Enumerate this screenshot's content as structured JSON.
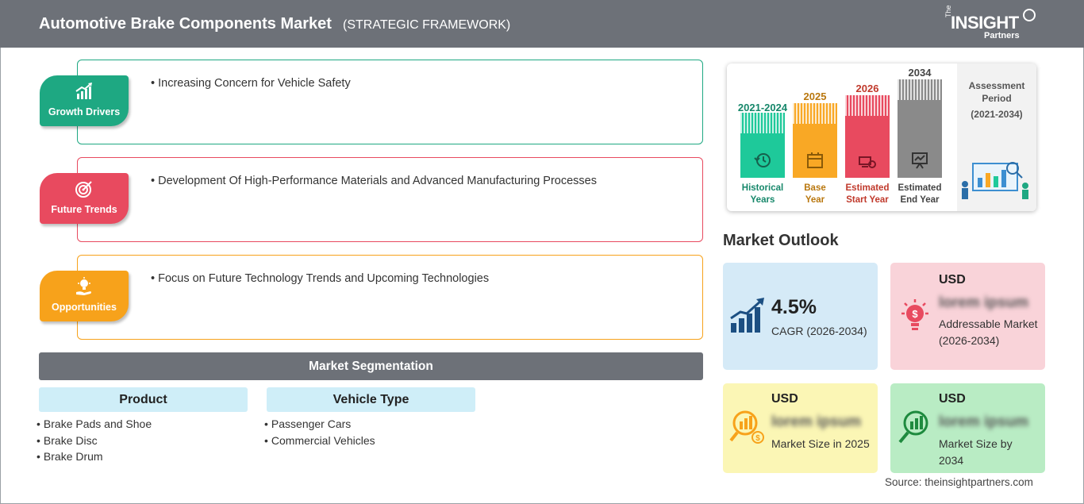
{
  "header": {
    "title": "Automotive Brake Components Market",
    "subtitle": "(STRATEGIC FRAMEWORK)",
    "logo": {
      "the": "The",
      "insight": "INSIGHT",
      "partners": "Partners"
    }
  },
  "framework": [
    {
      "tag": "Growth Drivers",
      "point": "• Increasing Concern for Vehicle Safety",
      "color": "#1ea882",
      "icon": "growth-chart-icon"
    },
    {
      "tag": "Future Trends",
      "point": "• Development Of High-Performance Materials and Advanced Manufacturing Processes",
      "color": "#e84a5f",
      "icon": "target-icon"
    },
    {
      "tag": "Opportunities",
      "point": "• Focus on Future Technology Trends and Upcoming Technologies",
      "color": "#f7a21b",
      "icon": "lightbulb-hand-icon"
    }
  ],
  "segmentation": {
    "title": "Market Segmentation",
    "columns": [
      {
        "heading": "Product",
        "items": [
          "Brake Pads and Shoe",
          "Brake Disc",
          "Brake Drum"
        ]
      },
      {
        "heading": "Vehicle Type",
        "items": [
          "Passenger Cars",
          "Commercial Vehicles"
        ]
      }
    ]
  },
  "timeline": {
    "periods": [
      {
        "year": "2021-2024",
        "label1": "Historical",
        "label2": "Years",
        "color": "#1ec99a",
        "text_color": "#16876a"
      },
      {
        "year": "2025",
        "label1": "Base",
        "label2": "Year",
        "color": "#f9a825",
        "text_color": "#b9770e"
      },
      {
        "year": "2026",
        "label1": "Estimated",
        "label2": "Start Year",
        "color": "#e84a5f",
        "text_color": "#c0392b"
      },
      {
        "year": "2034",
        "label1": "Estimated",
        "label2": "End Year",
        "color": "#8a8a8a",
        "text_color": "#444444"
      }
    ],
    "assessment": {
      "line1": "Assessment",
      "line2": "Period",
      "line3": "(2021-2034)"
    }
  },
  "outlook": {
    "title": "Market Outlook",
    "cagr": {
      "value": "4.5%",
      "label": "CAGR (2026-2034)"
    },
    "addressable": {
      "currency": "USD",
      "value": "lorem ipsum",
      "desc": "Addressable Market (2026-2034)"
    },
    "size_2025": {
      "currency": "USD",
      "value": "lorem ipsum",
      "desc": "Market Size in 2025"
    },
    "size_2034": {
      "currency": "USD",
      "value": "lorem ipsum",
      "desc": "Market Size by 2034"
    }
  },
  "source": "Source: theinsightpartners.com"
}
